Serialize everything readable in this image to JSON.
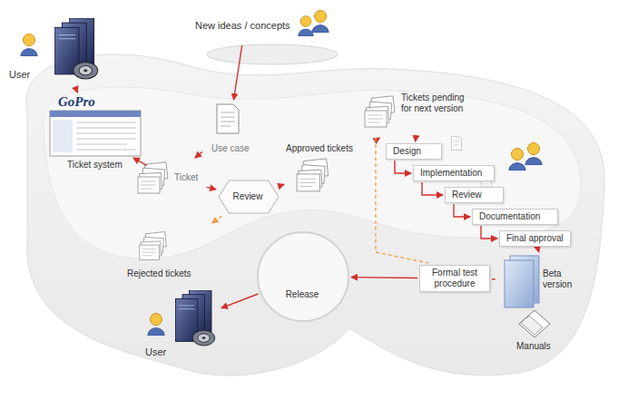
{
  "diagram": {
    "nodes": [
      {
        "text": [
          "User"
        ]
      },
      {
        "text": [
          "New ideas / concepts"
        ]
      },
      {
        "text": [
          "GoPro",
          "Ticket system"
        ]
      },
      {
        "text": [
          "Use case"
        ]
      },
      {
        "text": [
          "Ticket"
        ]
      },
      {
        "text": [
          "Review"
        ]
      },
      {
        "text": [
          "Rejected tickets"
        ]
      },
      {
        "text": [
          "Approved tickets"
        ]
      },
      {
        "text": [
          "Tickets pending for next version"
        ]
      },
      {
        "text": [
          "Design"
        ]
      },
      {
        "text": [
          "Implementation"
        ]
      },
      {
        "text": [
          "Review"
        ]
      },
      {
        "text": [
          "Documentation"
        ]
      },
      {
        "text": [
          "Final approval"
        ]
      },
      {
        "text": [
          "Beta version"
        ]
      },
      {
        "text": [
          "Manuals"
        ]
      },
      {
        "text": [
          "Formal test procedure"
        ]
      },
      {
        "text": [
          "Release"
        ]
      },
      {
        "text": [
          "User"
        ]
      }
    ],
    "edges": [
      {
        "from": 0,
        "to": 2,
        "arrow": "to"
      },
      {
        "from": 1,
        "to": 3,
        "arrow": "to"
      },
      {
        "from": 3,
        "to": 4,
        "arrow": "to"
      },
      {
        "from": 2,
        "to": 4,
        "arrow": "to"
      },
      {
        "from": 4,
        "to": 5,
        "arrow": "to"
      },
      {
        "from": 5,
        "to": 6,
        "arrow": "to"
      },
      {
        "from": 5,
        "to": 7,
        "arrow": "to"
      },
      {
        "from": 7,
        "to": 8,
        "arrow": "to"
      },
      {
        "from": 8,
        "to": 9,
        "arrow": "to"
      },
      {
        "from": 9,
        "to": 10,
        "arrow": "to"
      },
      {
        "from": 10,
        "to": 11,
        "arrow": "to"
      },
      {
        "from": 11,
        "to": 12,
        "arrow": "to"
      },
      {
        "from": 12,
        "to": 13,
        "arrow": "to"
      },
      {
        "from": 13,
        "to": 14,
        "arrow": "to"
      },
      {
        "from": 14,
        "to": 16,
        "arrow": "none"
      },
      {
        "from": 16,
        "to": 17,
        "arrow": "to"
      },
      {
        "from": 8,
        "to": 16,
        "arrow": "none"
      },
      {
        "from": 17,
        "to": 18,
        "arrow": "to"
      }
    ]
  }
}
